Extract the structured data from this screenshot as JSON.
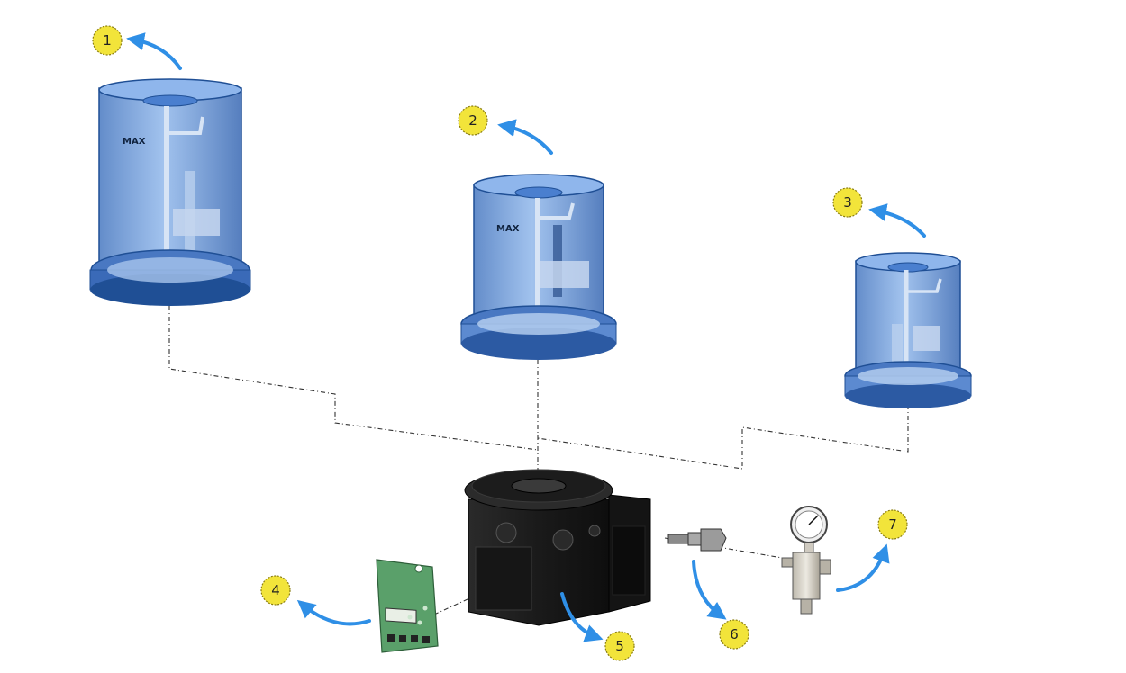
{
  "colors": {
    "background": "#ffffff",
    "reservoir_fill": "#5a8fd6",
    "reservoir_stroke": "#1f4f95",
    "callout_fill": "#f2e43a",
    "callout_stroke": "#8a7d10",
    "arrow": "#2f8fe6",
    "pump_body": "#1b1b1b",
    "circuit_board": "#5aa06a",
    "gauge_body": "#d8d4c8"
  },
  "diagram": {
    "type": "exploded-assembly",
    "callouts": [
      {
        "id": "1",
        "label": "1",
        "part": "reservoir-large"
      },
      {
        "id": "2",
        "label": "2",
        "part": "reservoir-medium"
      },
      {
        "id": "3",
        "label": "3",
        "part": "reservoir-small"
      },
      {
        "id": "4",
        "label": "4",
        "part": "control-circuit-board"
      },
      {
        "id": "5",
        "label": "5",
        "part": "pump-base-unit"
      },
      {
        "id": "6",
        "label": "6",
        "part": "outlet-fitting"
      },
      {
        "id": "7",
        "label": "7",
        "part": "pressure-gauge"
      }
    ],
    "reservoir_marking": "MAX"
  }
}
